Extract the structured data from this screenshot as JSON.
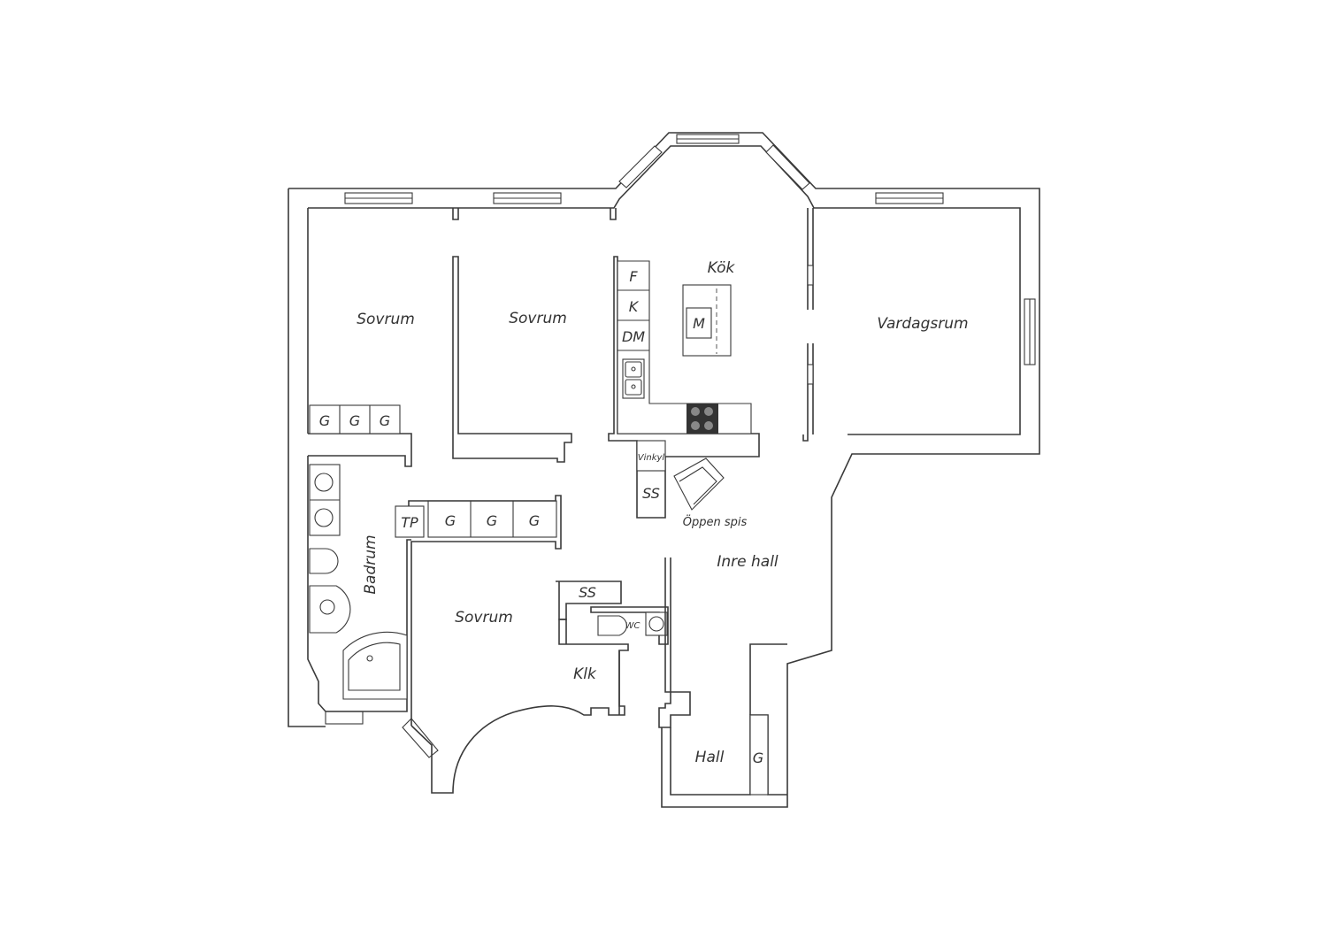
{
  "rooms": {
    "sovrum_1": "Sovrum",
    "sovrum_2": "Sovrum",
    "sovrum_3": "Sovrum",
    "kok": "Kök",
    "vardagsrum": "Vardagsrum",
    "badrum": "Badrum",
    "inre_hall": "Inre hall",
    "hall": "Hall",
    "klk": "Klk",
    "wc": "WC"
  },
  "fixtures": {
    "fridge": "F",
    "freezer": "K",
    "dishwasher": "DM",
    "island": "M",
    "wine_fridge": "Vinkyl",
    "kitchen_ss": "SS",
    "fireplace": "Öppen spis",
    "wardrobe": "G",
    "tp": "TP",
    "ss": "SS"
  }
}
